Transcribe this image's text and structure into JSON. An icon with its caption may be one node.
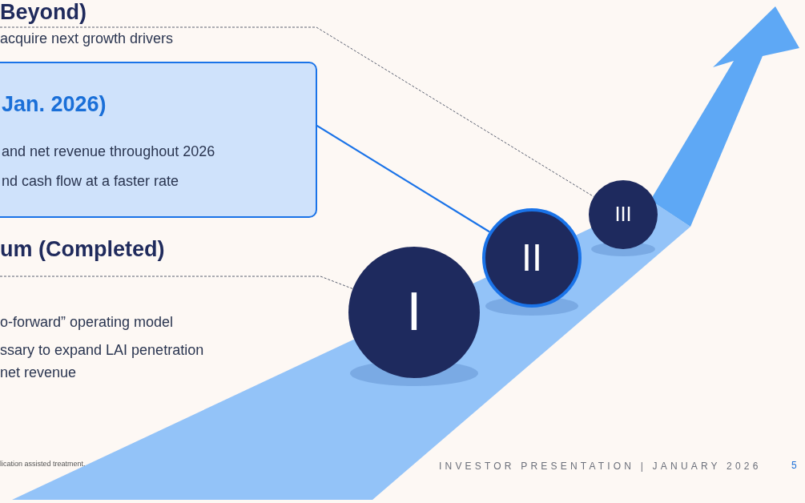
{
  "diagram": {
    "nodes": [
      {
        "text": [
          "Beyond)",
          "acquire next growth drivers"
        ]
      },
      {
        "text": [
          "Jan. 2026)",
          "and net revenue throughout 2026",
          "nd cash flow at a faster rate"
        ]
      },
      {
        "text": [
          "um (Completed)",
          "o-forward” operating model",
          "ssary to expand LAI penetration",
          "net revenue"
        ]
      },
      {
        "text": [
          "I"
        ]
      },
      {
        "text": [
          "II"
        ]
      },
      {
        "text": [
          "III"
        ]
      }
    ],
    "edges": [
      {
        "from": 0,
        "to": 5,
        "arrow": "none",
        "style": "dashed"
      },
      {
        "from": 1,
        "to": 4,
        "arrow": "none",
        "color": "#1a73e8"
      },
      {
        "from": 2,
        "to": 3,
        "arrow": "none",
        "style": "dashed"
      }
    ],
    "labels": [
      "lication assisted treatment.",
      "INVESTOR PRESENTATION | JANUARY 2026",
      "5"
    ]
  }
}
